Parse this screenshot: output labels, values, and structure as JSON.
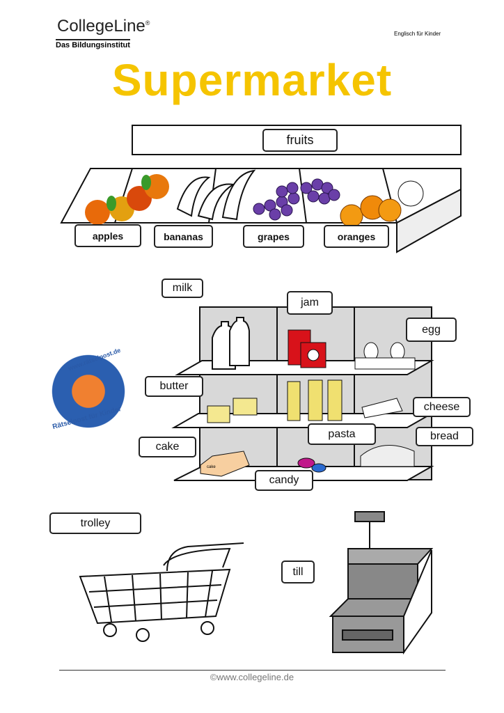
{
  "header": {
    "logo_name": "CollegeLine",
    "logo_registered": "®",
    "logo_tagline": "Das Bildungsinstitut",
    "subject": "Englisch für Kinder"
  },
  "title": "Supermarket",
  "fruits": {
    "heading": "fruits",
    "items": [
      "apples",
      "bananas",
      "grapes",
      "oranges"
    ]
  },
  "shelf": {
    "labels": {
      "milk": "milk",
      "jam": "jam",
      "egg": "egg",
      "butter": "butter",
      "cheese": "cheese",
      "pasta": "pasta",
      "bread": "bread",
      "cake": "cake",
      "candy": "candy"
    },
    "cake_box_text": "cake"
  },
  "badge": {
    "url": "www.rätselpost.de",
    "name": "Rätselpost für Kinder"
  },
  "bottom": {
    "trolley": "trolley",
    "till": "till"
  },
  "footer": "©www.collegeline.de",
  "colors": {
    "title": "#f5c400"
  }
}
